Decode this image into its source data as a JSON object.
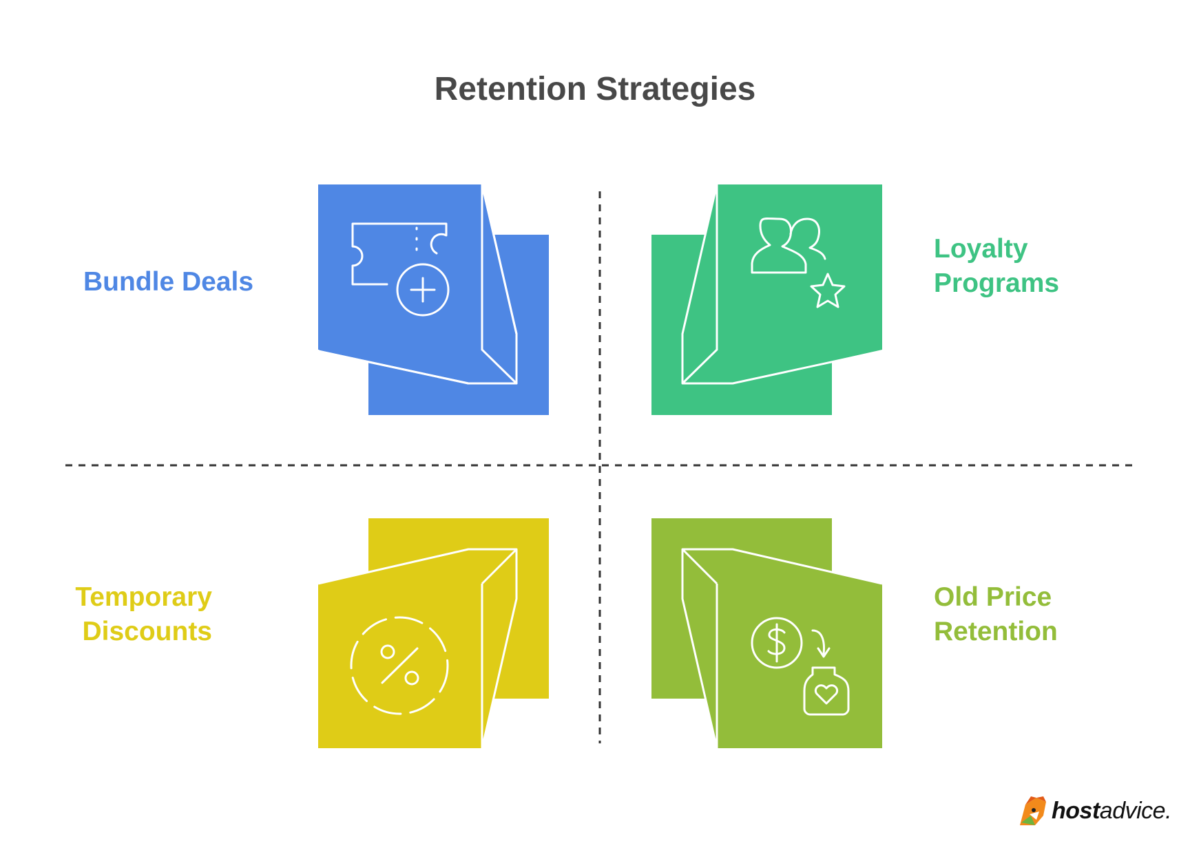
{
  "title": "Retention Strategies",
  "quadrants": [
    {
      "id": "bundle",
      "label": "Bundle Deals",
      "color": "#4F87E4",
      "icon": "ticket-plus-icon"
    },
    {
      "id": "loyalty",
      "label": "Loyalty\nPrograms",
      "color": "#3EC383",
      "icon": "users-star-icon"
    },
    {
      "id": "temporary",
      "label": "Temporary\nDiscounts",
      "color": "#DFCC17",
      "icon": "percent-badge-icon"
    },
    {
      "id": "oldprice",
      "label": "Old Price\nRetention",
      "color": "#93BD3A",
      "icon": "dollar-heart-jar-icon"
    }
  ],
  "brand": {
    "bold": "host",
    "regular": "advice.",
    "icon": "fox-mascot-icon"
  }
}
